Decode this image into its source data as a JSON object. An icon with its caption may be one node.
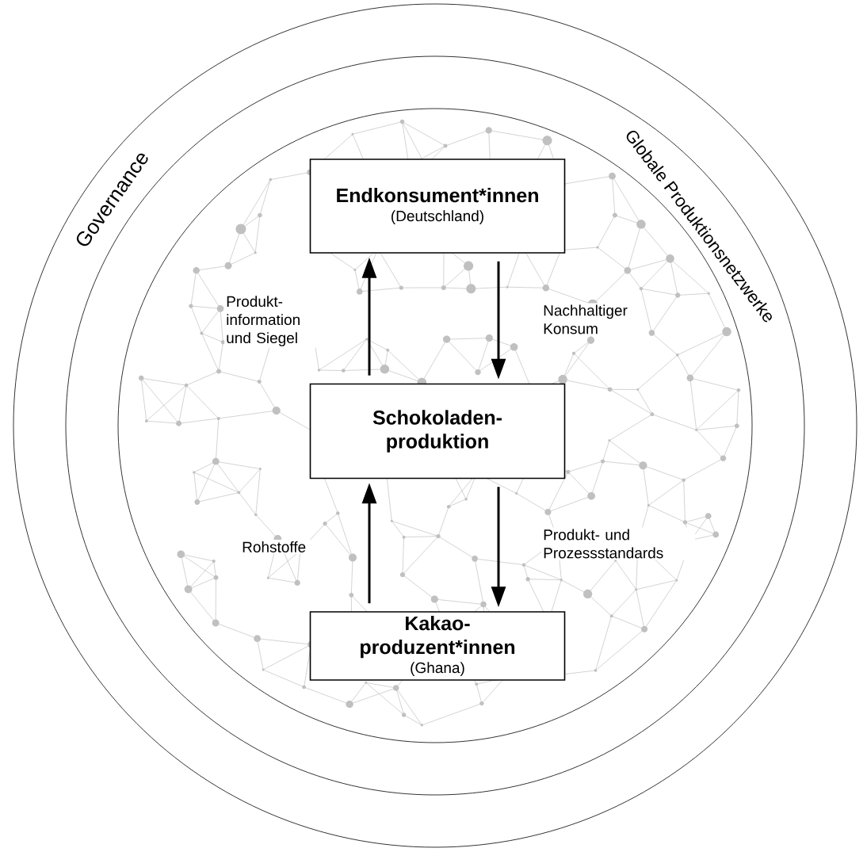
{
  "diagram": {
    "nodes": [
      {
        "text": [
          "Governance"
        ]
      },
      {
        "text": [
          "Globale Produktionsnetzwerke"
        ],
        "in": 0
      },
      {
        "text": [],
        "shape": "circle",
        "in": 1
      },
      {
        "text": [
          "Endkonsument*innen",
          "(Deutschland)"
        ],
        "in": 2
      },
      {
        "text": [
          "Schokoladen- produktion"
        ],
        "in": 2
      },
      {
        "text": [
          "Kakao- produzent*innen",
          "(Ghana)"
        ],
        "in": 2
      }
    ],
    "edges": [
      {
        "from": 4,
        "to": 3,
        "arrow": "to",
        "label": "Produkt- information und Siegel"
      },
      {
        "from": 3,
        "to": 4,
        "arrow": "to",
        "label": "Nachhaltiger Konsum"
      },
      {
        "from": 5,
        "to": 4,
        "arrow": "to",
        "label": "Rohstoffe"
      },
      {
        "from": 4,
        "to": 5,
        "arrow": "to",
        "label": "Produkt- und Prozessstandards"
      }
    ]
  }
}
